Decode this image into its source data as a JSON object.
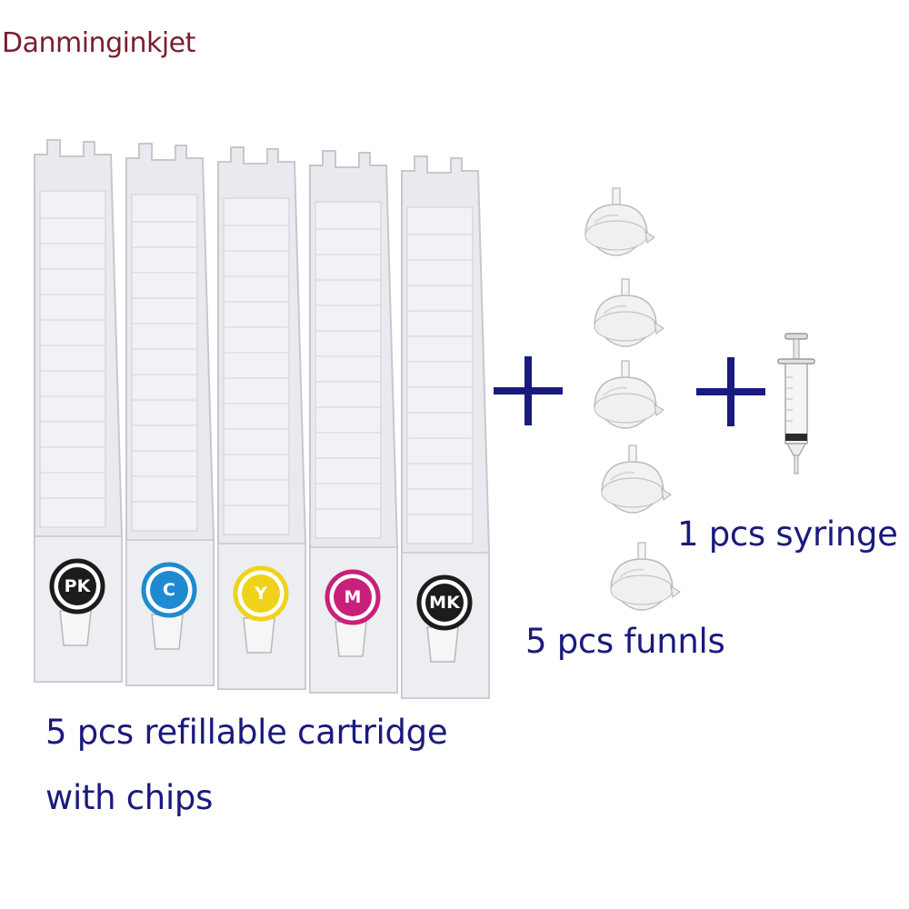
{
  "brand": {
    "name": "Danminginkjet",
    "color": "#7a1f2e"
  },
  "text_color": "#1a1a7e",
  "captions": {
    "cartridges_line1": "5 pcs refillable cartridge",
    "cartridges_line2": "with chips",
    "funnels": "5 pcs funnls",
    "syringe": "1 pcs syringe"
  },
  "cartridges": [
    {
      "code": "PK",
      "chip_color": "#1c1c1c"
    },
    {
      "code": "C",
      "chip_color": "#1f8ad2"
    },
    {
      "code": "Y",
      "chip_color": "#f1d21a"
    },
    {
      "code": "M",
      "chip_color": "#c8207a"
    },
    {
      "code": "MK",
      "chip_color": "#1c1c1c"
    }
  ],
  "icons": {
    "plus": "plus-icon",
    "funnel": "funnel-icon",
    "syringe": "syringe-icon"
  }
}
